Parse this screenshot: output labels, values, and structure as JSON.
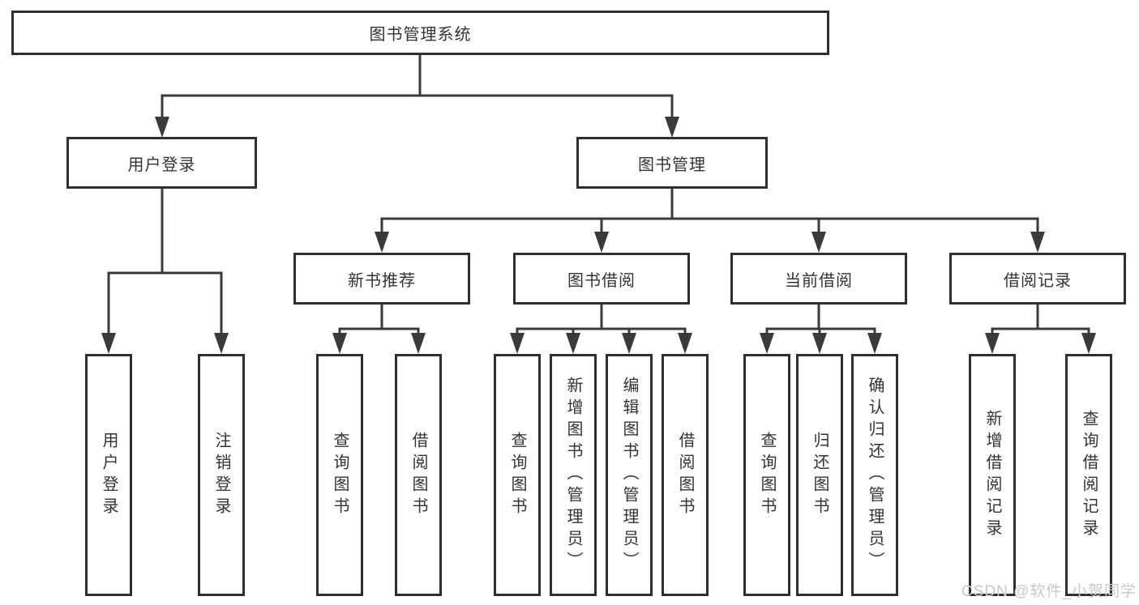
{
  "diagram": {
    "root": {
      "label": "图书管理系统"
    },
    "children": [
      {
        "label": "用户登录",
        "children": [
          {
            "label": "用户登录"
          },
          {
            "label": "注销登录"
          }
        ]
      },
      {
        "label": "图书管理",
        "children": [
          {
            "label": "新书推荐",
            "children": [
              {
                "label": "查询图书"
              },
              {
                "label": "借阅图书"
              }
            ]
          },
          {
            "label": "图书借阅",
            "children": [
              {
                "label": "查询图书"
              },
              {
                "label": "新增图书（管理员）"
              },
              {
                "label": "编辑图书（管理员）"
              },
              {
                "label": "借阅图书"
              }
            ]
          },
          {
            "label": "当前借阅",
            "children": [
              {
                "label": "查询图书"
              },
              {
                "label": "归还图书"
              },
              {
                "label": "确认归还（管理员）"
              }
            ]
          },
          {
            "label": "借阅记录",
            "children": [
              {
                "label": "新增借阅记录"
              },
              {
                "label": "查询借阅记录"
              }
            ]
          }
        ]
      }
    ]
  },
  "watermark": {
    "text": "CSDN @软件_小贺同学"
  },
  "colors": {
    "line": "#3a3a3a",
    "border": "#2f2f2f",
    "text": "#333333",
    "background": "#ffffff",
    "watermark": "#c9c9c9"
  }
}
